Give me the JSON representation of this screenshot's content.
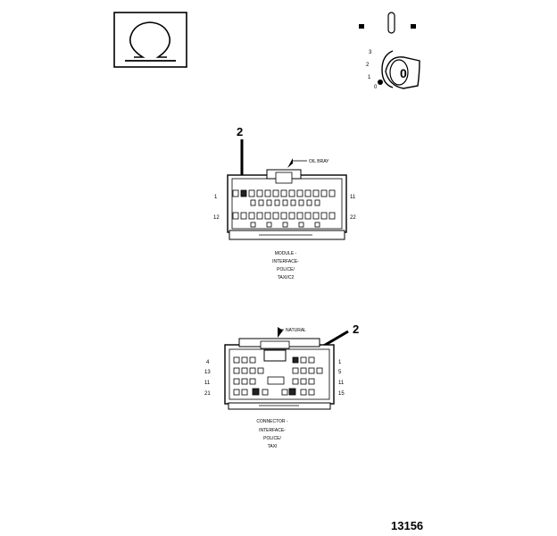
{
  "ignition": {
    "positions": [
      "3",
      "2",
      "1",
      "0"
    ],
    "key_digit": "0"
  },
  "connector_top": {
    "color_label": "OIL BRAY",
    "pin_left_top": "1",
    "pin_right_top": "11",
    "pin_left_bottom": "12",
    "pin_right_bottom": "22",
    "callout": "2",
    "caption": [
      "MODULE -",
      "INTERFACE-",
      "POLICE/",
      "TAXI/C2"
    ]
  },
  "connector_bottom": {
    "color_label": "NATURAL",
    "pins_left": [
      "4",
      "13",
      "11",
      "21"
    ],
    "pins_right": [
      "1",
      "5",
      "11",
      "15"
    ],
    "callout": "2",
    "caption": [
      "CONNECTOR -",
      "INTERFACE-",
      "POLICE/",
      "TAXI"
    ]
  },
  "figure_number": "13156"
}
